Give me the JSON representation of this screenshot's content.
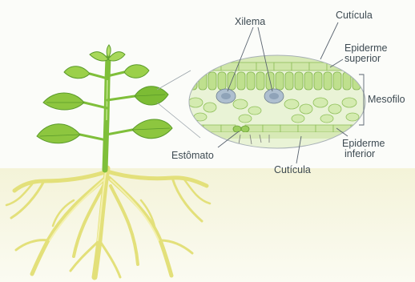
{
  "diagram": {
    "labels": {
      "xylem": "Xilema",
      "cuticle_top": "Cutícula",
      "upper_epidermis_1": "Epiderme",
      "upper_epidermis_2": "superior",
      "mesophyll": "Mesofilo",
      "lower_epidermis_1": "Epiderme",
      "lower_epidermis_2": "inferior",
      "stoma": "Estômato",
      "cuticle_bottom": "Cutícula"
    },
    "parts": [
      "plant-stem",
      "leaves",
      "roots",
      "leaf-cross-section"
    ],
    "colors": {
      "leaf_green": "#8dc63f",
      "leaf_dark": "#5a9a2a",
      "root_yellow": "#e8e58a",
      "label_text": "#3d4a52",
      "line": "#5a6470"
    }
  }
}
